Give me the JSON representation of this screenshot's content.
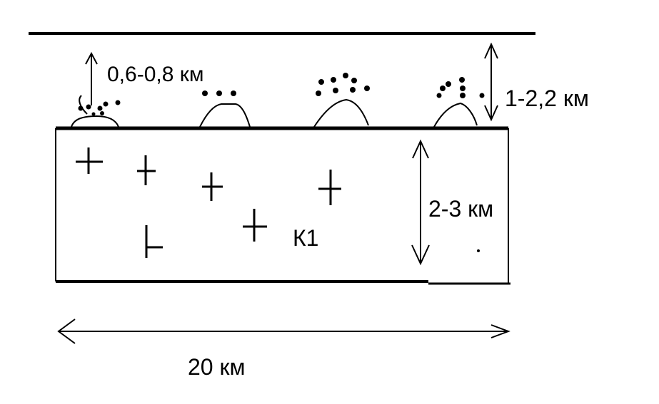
{
  "diagram": {
    "labels": {
      "dome_height": "0,6-0,8 км",
      "dome_spacing_height": "1-2,2 км",
      "layer_thickness": "2-3 км",
      "block_id": "К1",
      "total_width": "20 км"
    },
    "colors": {
      "ink": "#000000",
      "background": "#ffffff"
    }
  }
}
